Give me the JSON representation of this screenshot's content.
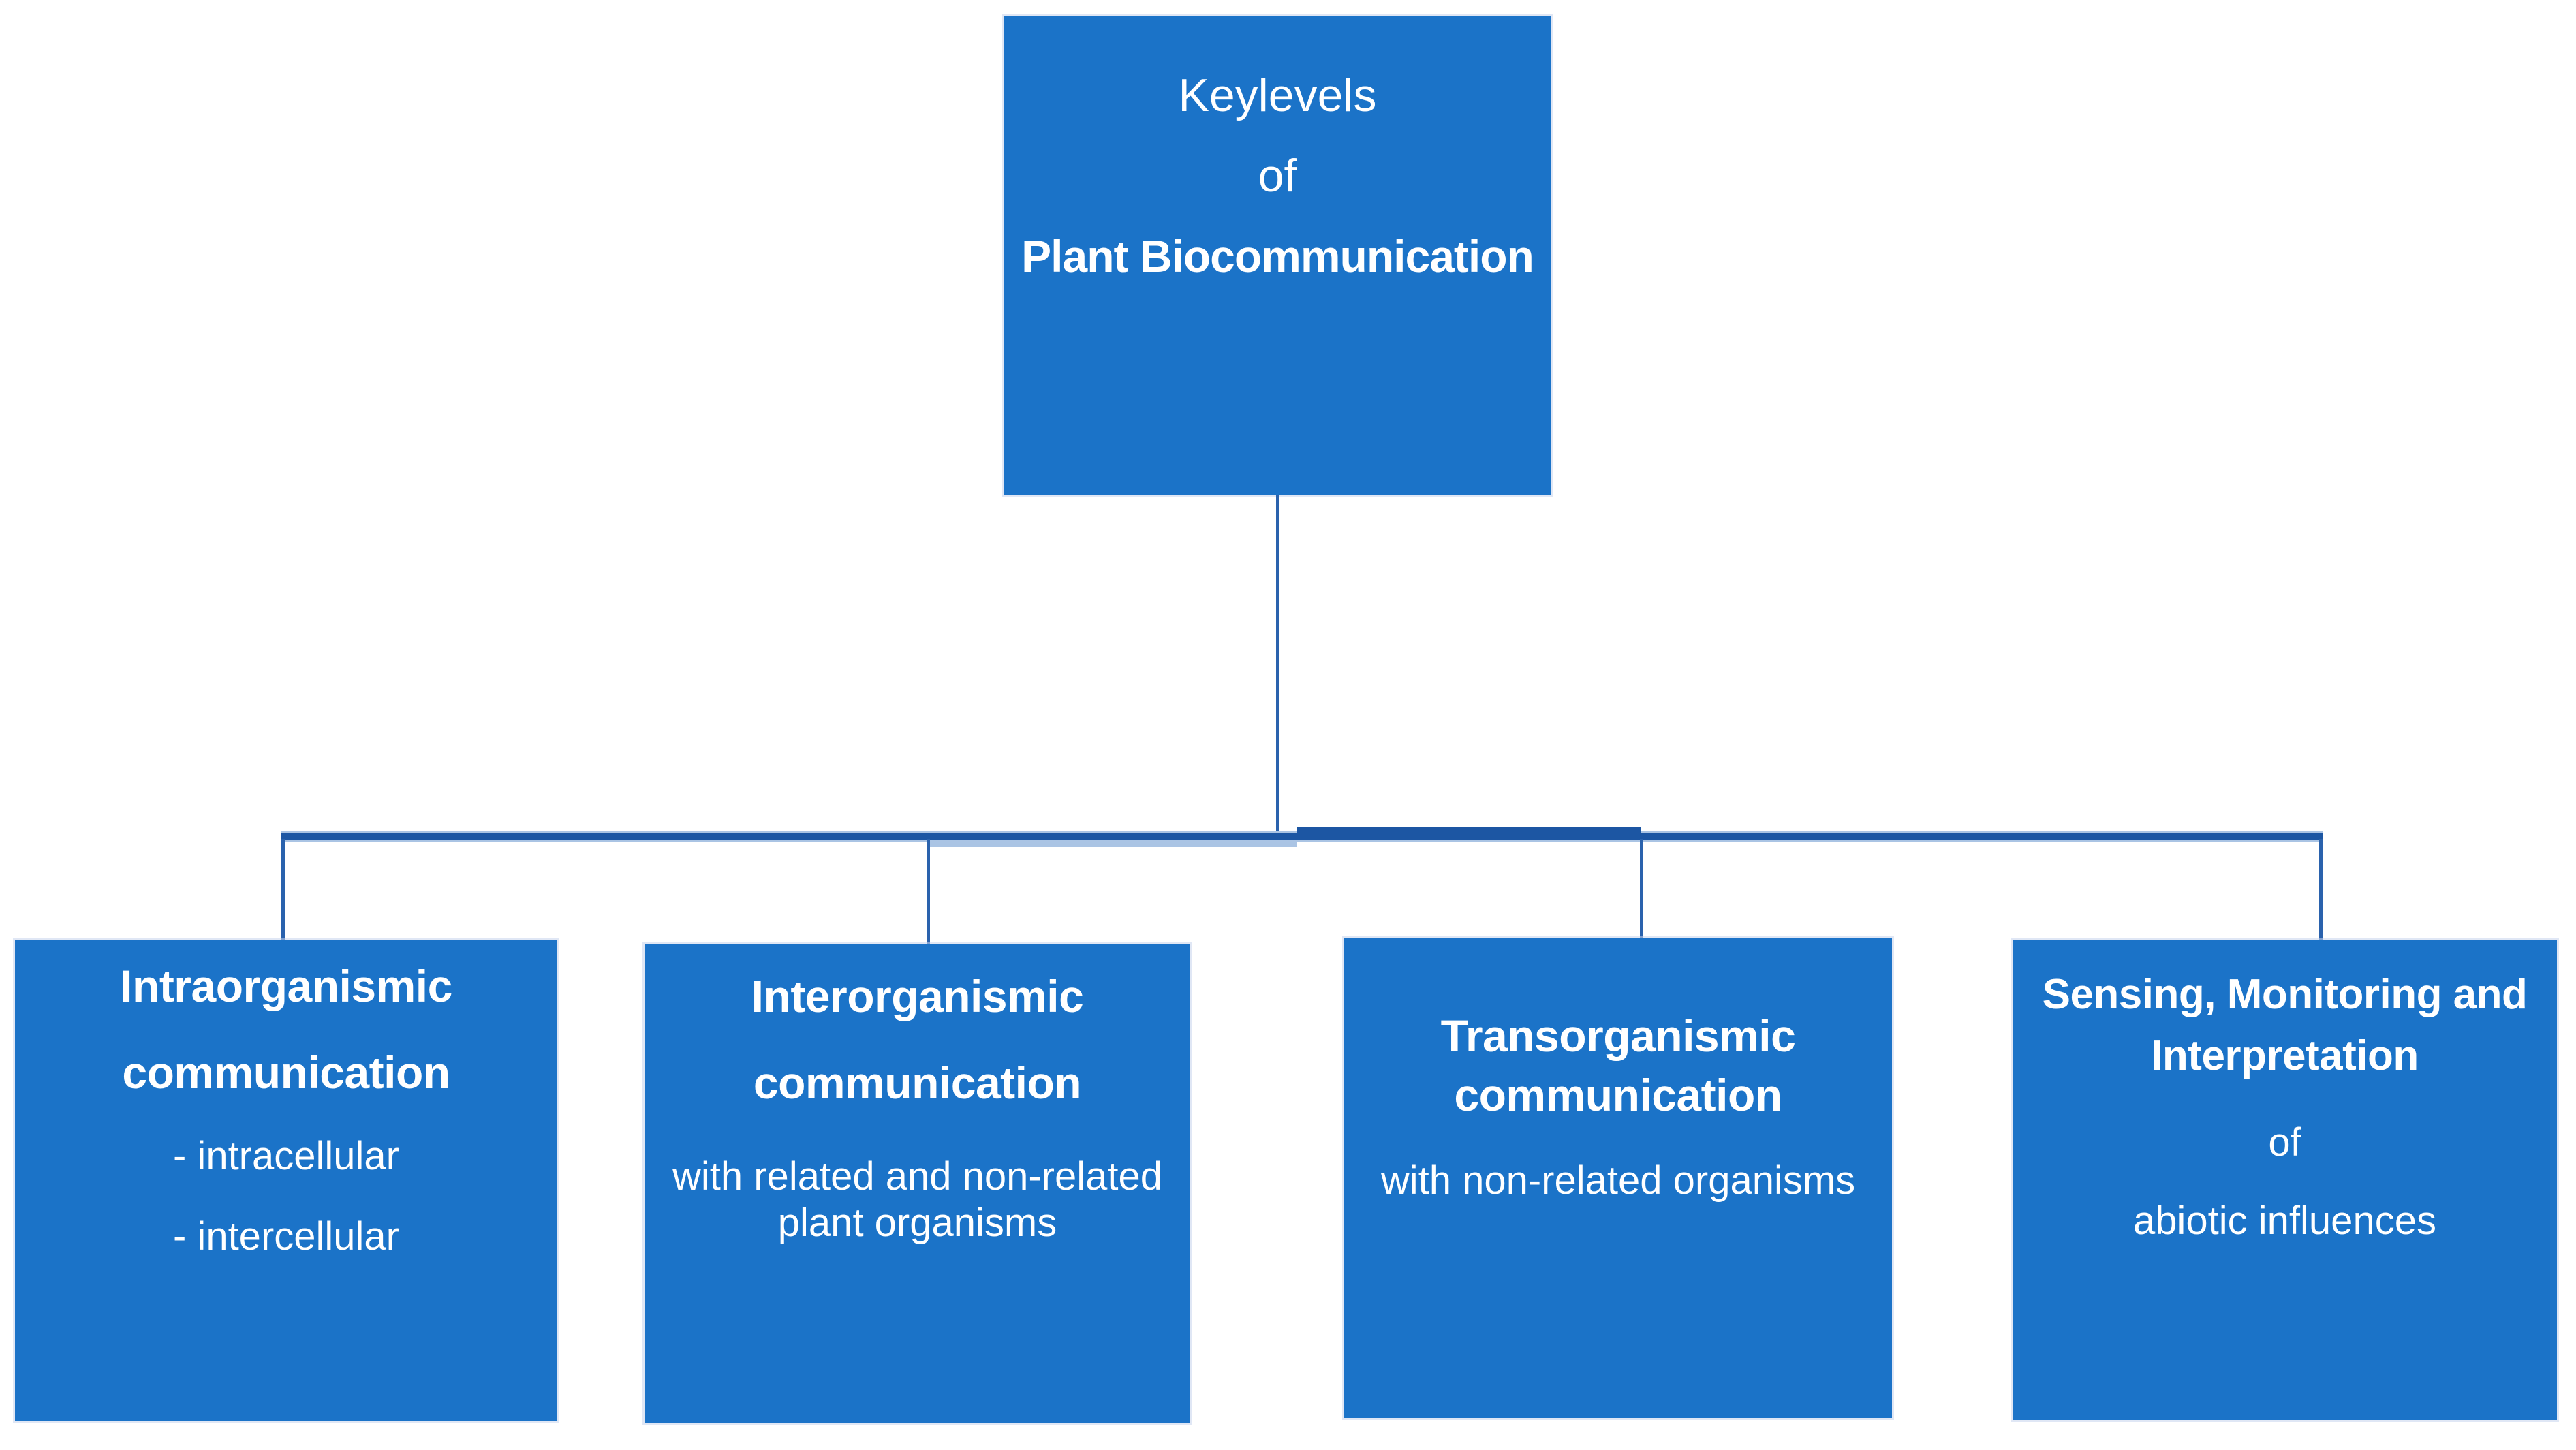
{
  "diagram_title": "Keylevels of Plant Biocommunication",
  "colors": {
    "box_fill": "#1b73c8",
    "connector_dark": "#1c56a3",
    "connector_mid": "#2a62ad",
    "connector_light": "#aac4e4",
    "text": "#ffffff",
    "background": "#ffffff"
  },
  "root": {
    "line1": "Keylevels",
    "line2": "of",
    "line3": "Plant Biocommunication"
  },
  "children": [
    {
      "id": "intraorganismic",
      "title_line1": "Intraorganismic",
      "title_line2": "communication",
      "items": [
        "- intracellular",
        "- intercellular"
      ]
    },
    {
      "id": "interorganismic",
      "title_line1": "Interorganismic",
      "title_line2": "communication",
      "body": "with related and non-related plant organisms"
    },
    {
      "id": "transorganismic",
      "title_line1": "Transorganismic",
      "title_line2": "communication",
      "body": "with non-related organisms"
    },
    {
      "id": "sensing-monitoring",
      "title_line1": "Sensing, Monitoring and",
      "title_line2": "Interpretation",
      "body_line1": "of",
      "body_line2": "abiotic influences"
    }
  ]
}
